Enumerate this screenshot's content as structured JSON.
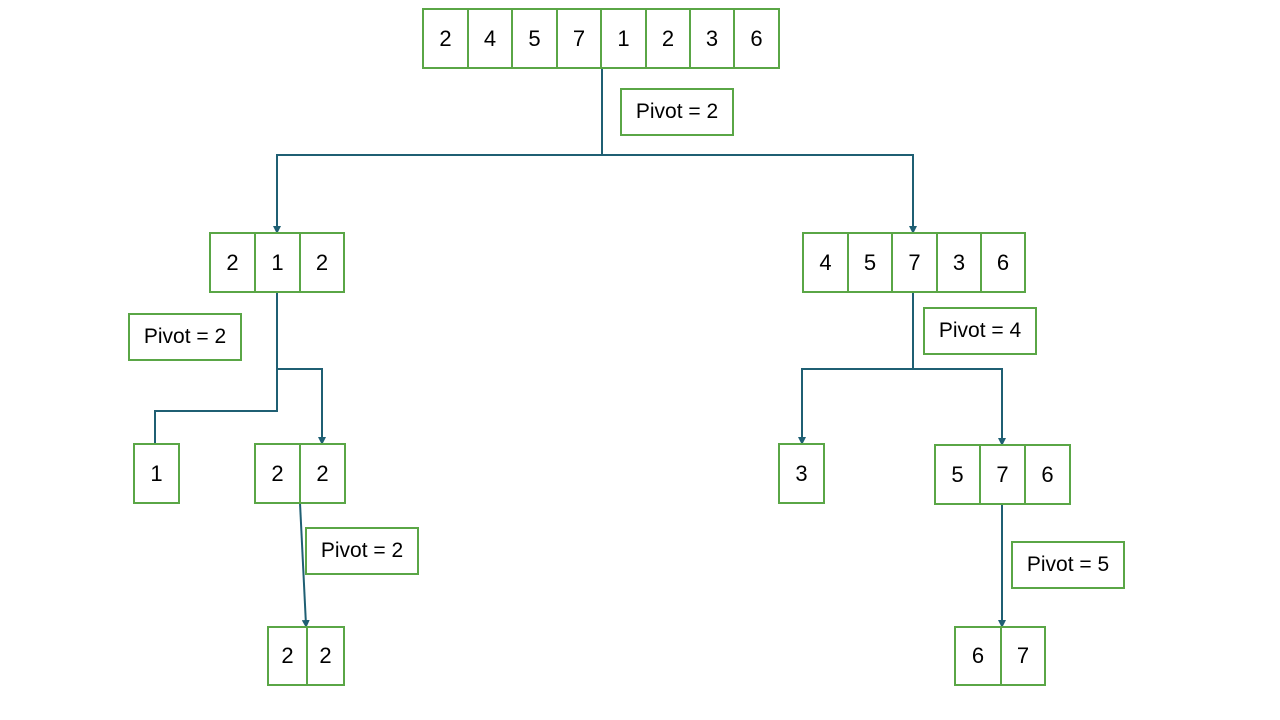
{
  "colors": {
    "box_border": "#5aa646",
    "connector": "#1f5f73"
  },
  "arrays": {
    "root": {
      "cells": [
        "2",
        "4",
        "5",
        "7",
        "1",
        "2",
        "3",
        "6"
      ]
    },
    "left": {
      "cells": [
        "2",
        "1",
        "2"
      ]
    },
    "right": {
      "cells": [
        "4",
        "5",
        "7",
        "3",
        "6"
      ]
    },
    "left_left": {
      "cells": [
        "1"
      ]
    },
    "left_right": {
      "cells": [
        "2",
        "2"
      ]
    },
    "left_right_child": {
      "cells": [
        "2",
        "2"
      ]
    },
    "right_left": {
      "cells": [
        "3"
      ]
    },
    "right_right": {
      "cells": [
        "5",
        "7",
        "6"
      ]
    },
    "right_right_child": {
      "cells": [
        "6",
        "7"
      ]
    }
  },
  "pivots": {
    "root": "Pivot = 2",
    "left": "Pivot = 2",
    "right": "Pivot = 4",
    "left_right": "Pivot = 2",
    "right_right": "Pivot = 5"
  }
}
